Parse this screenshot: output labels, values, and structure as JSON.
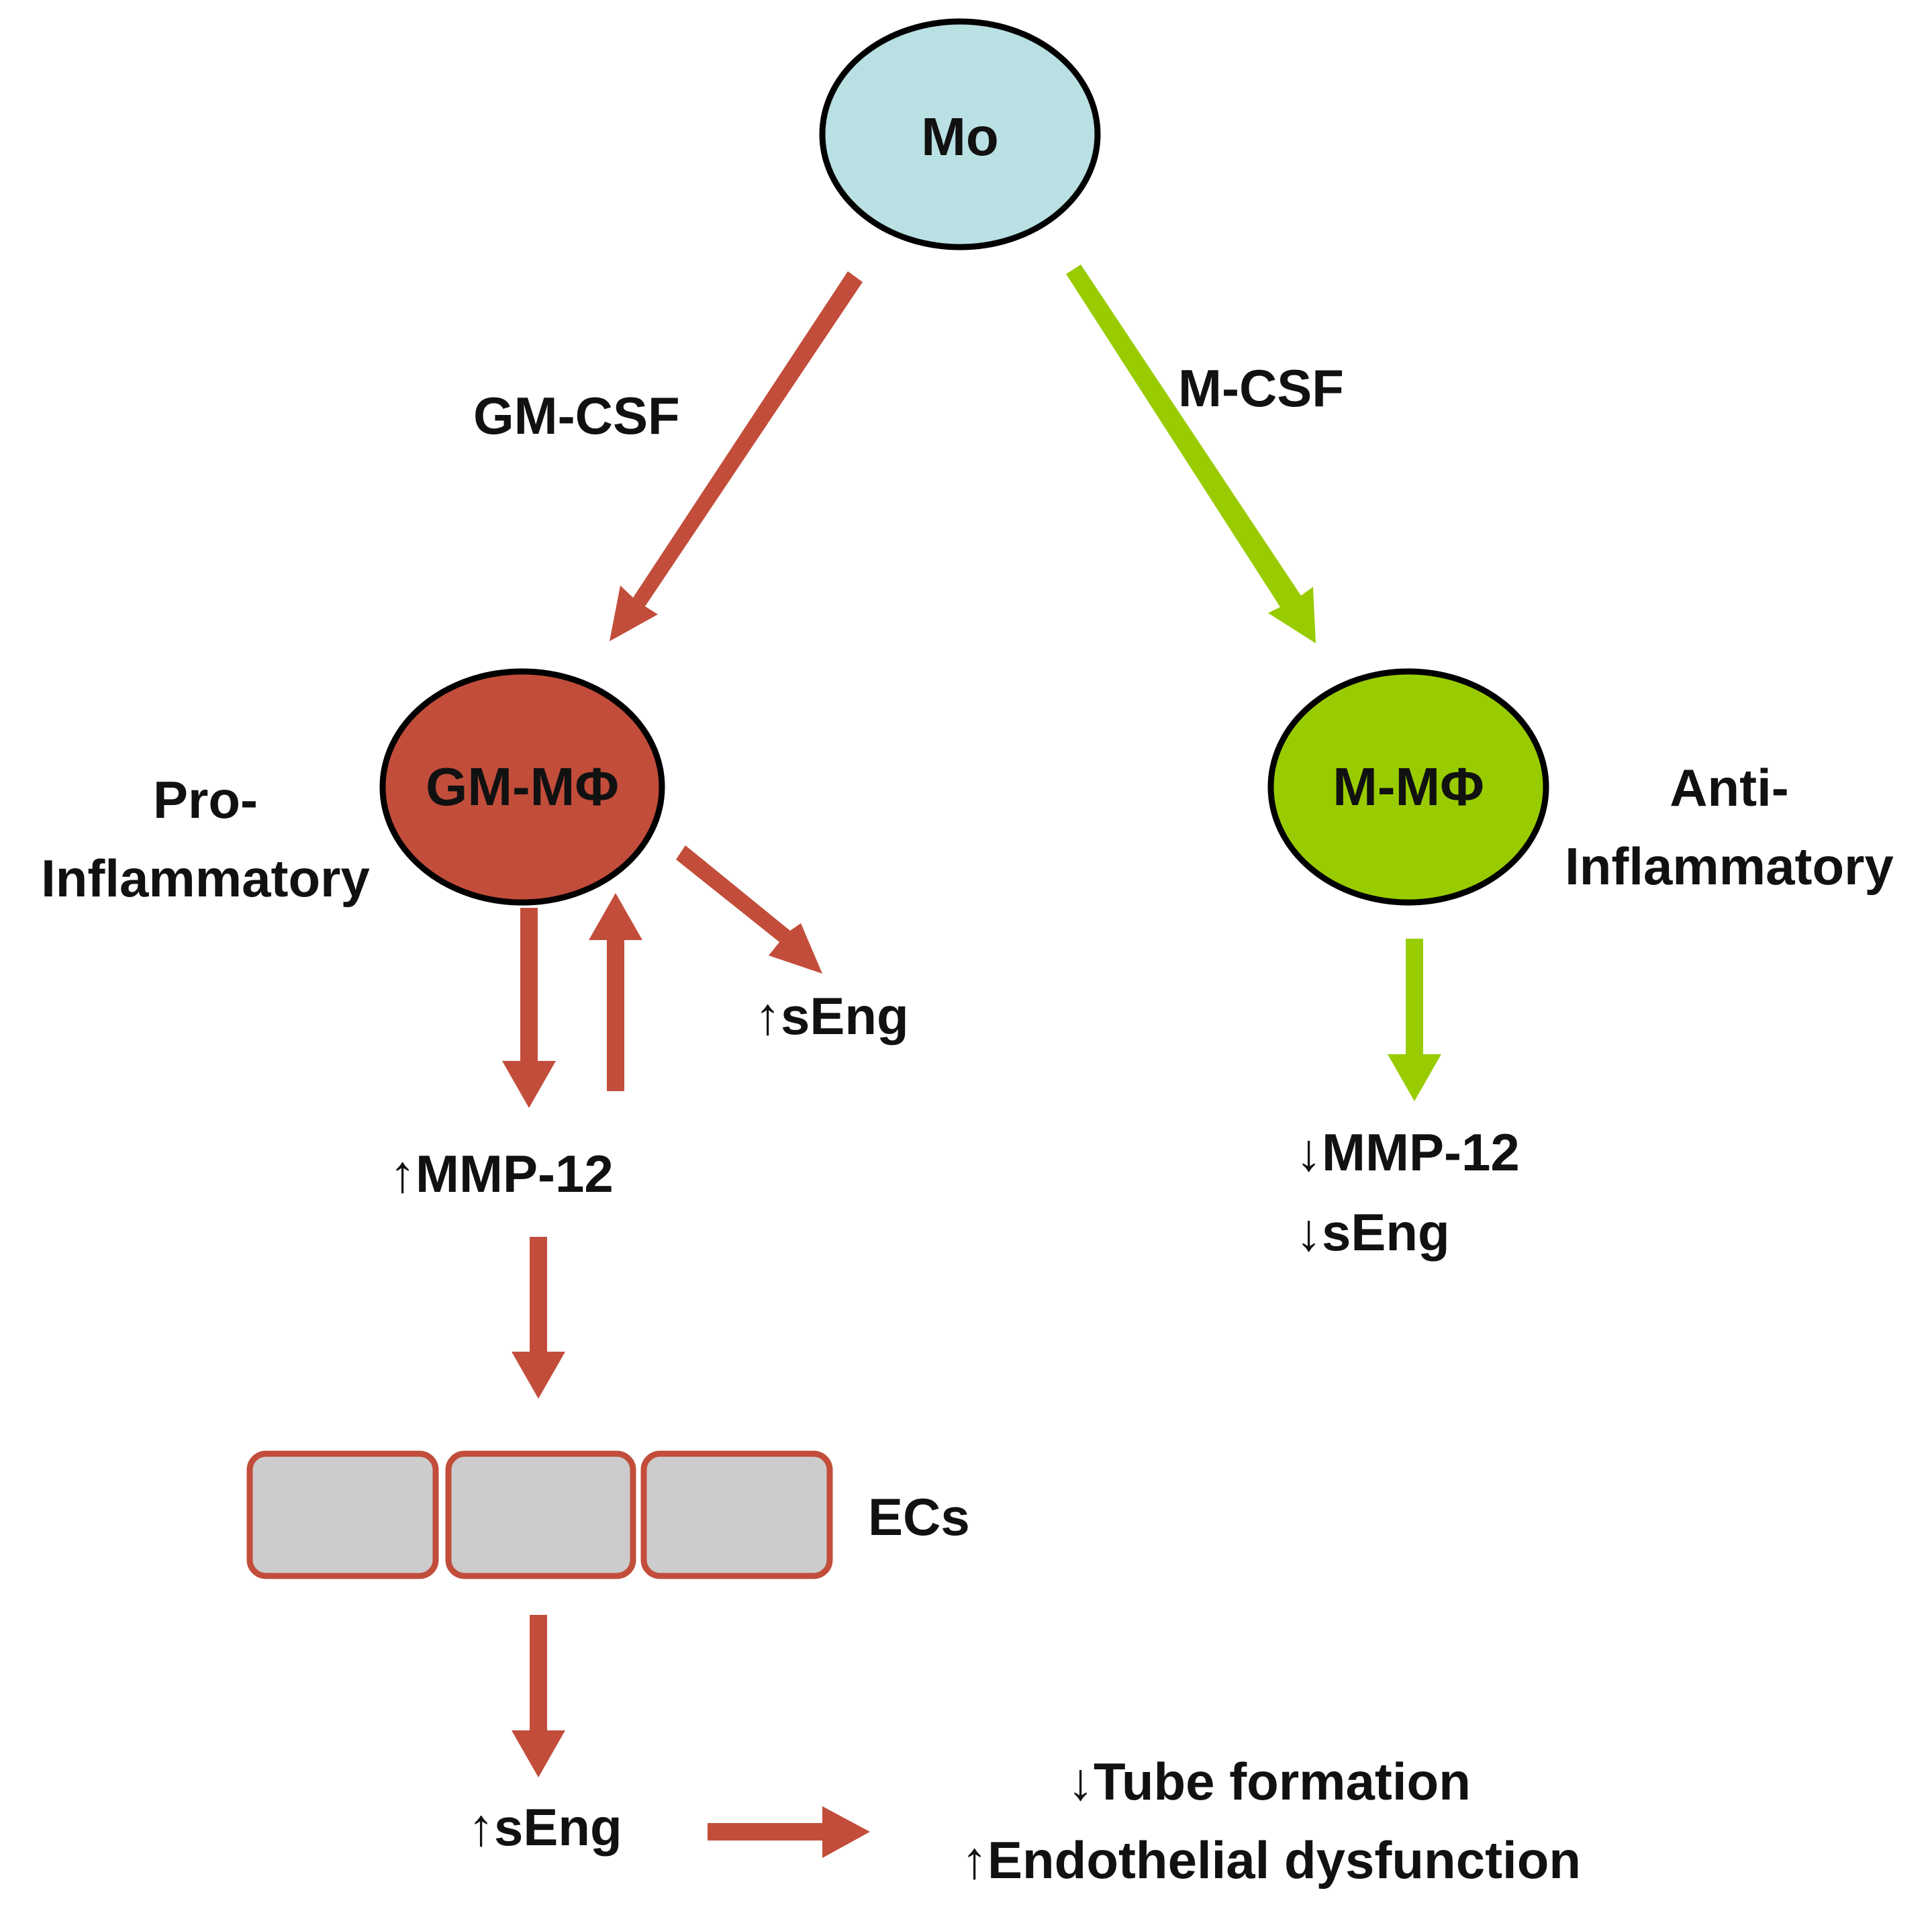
{
  "nodes": {
    "mo": {
      "label": "Mo",
      "fill": "#b9e0e2"
    },
    "gm": {
      "label": "GM-MΦ",
      "fill": "#c24d3b"
    },
    "m": {
      "label": "M-MΦ",
      "fill": "#99cc00"
    }
  },
  "labels": {
    "gm_csf": "GM-CSF",
    "m_csf": "M-CSF",
    "pro_1": "Pro-",
    "pro_2": "Inflammatory",
    "anti_1": "Anti-",
    "anti_2": "Inflammatory",
    "gm_seng": "↑sEng",
    "gm_mmp": "↑MMP-12",
    "m_mmp": "↓MMP-12",
    "m_seng": "↓sEng",
    "ecs": "ECs",
    "ec_seng": "↑sEng",
    "tube": "↓Tube formation",
    "endo": "↑Endothelial dysfunction"
  },
  "colors": {
    "pro_arrow": "#c24d3b",
    "anti_arrow": "#99cc00",
    "ec_cell_fill": "#cccccc",
    "ec_cell_border": "#c24d3b",
    "outline": "#000000"
  }
}
